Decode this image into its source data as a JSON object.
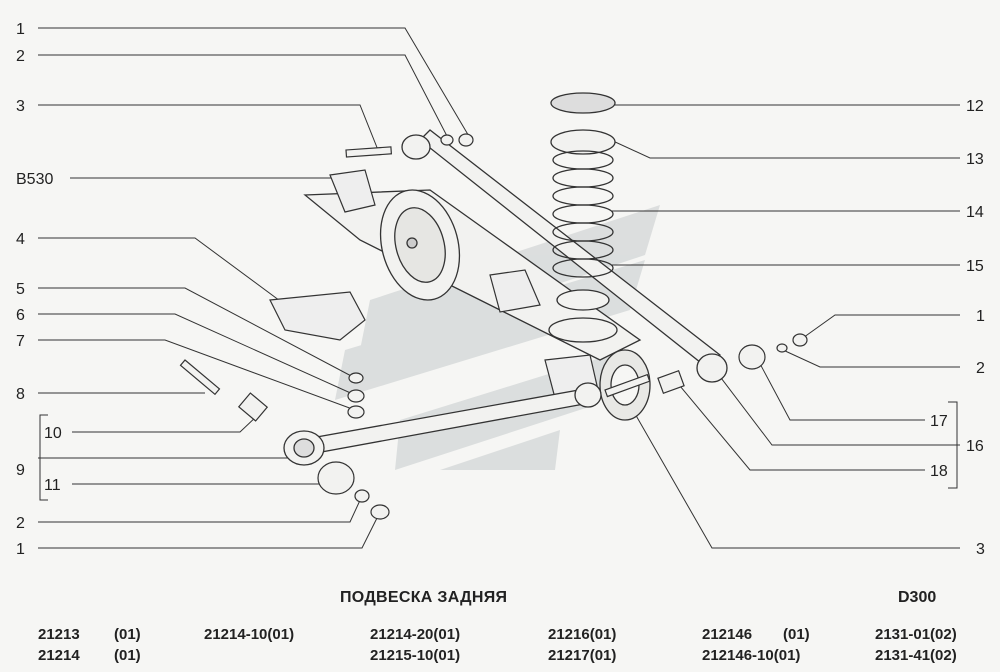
{
  "title": "ПОДВЕСКА ЗАДНЯЯ",
  "code": "D300",
  "callouts_left": [
    {
      "id": "l1",
      "text": "1"
    },
    {
      "id": "l2",
      "text": "2"
    },
    {
      "id": "l3",
      "text": "3"
    },
    {
      "id": "lb530",
      "text": "B530"
    },
    {
      "id": "l4",
      "text": "4"
    },
    {
      "id": "l5",
      "text": "5"
    },
    {
      "id": "l6",
      "text": "6"
    },
    {
      "id": "l7",
      "text": "7"
    },
    {
      "id": "l8",
      "text": "8"
    },
    {
      "id": "l10",
      "text": "10"
    },
    {
      "id": "l9",
      "text": "9"
    },
    {
      "id": "l11",
      "text": "11"
    },
    {
      "id": "l2b",
      "text": "2"
    },
    {
      "id": "l1b",
      "text": "1"
    }
  ],
  "callouts_right": [
    {
      "id": "r12",
      "text": "12"
    },
    {
      "id": "r13",
      "text": "13"
    },
    {
      "id": "r14",
      "text": "14"
    },
    {
      "id": "r15",
      "text": "15"
    },
    {
      "id": "r1",
      "text": "1"
    },
    {
      "id": "r2",
      "text": "2"
    },
    {
      "id": "r17",
      "text": "17"
    },
    {
      "id": "r16",
      "text": "16"
    },
    {
      "id": "r18",
      "text": "18"
    },
    {
      "id": "r3",
      "text": "3"
    }
  ],
  "models": [
    [
      "21213",
      "(01)"
    ],
    [
      "21214",
      "(01)"
    ],
    [
      "21214-10(01)"
    ],
    [
      "21214-20(01)",
      "21215-10(01)"
    ],
    [
      "21216(01)",
      "21217(01)"
    ],
    [
      "212146",
      "(01)"
    ],
    [
      "212146-10(01)"
    ],
    [
      "2131-01(02)",
      "2131-41(02)"
    ]
  ]
}
